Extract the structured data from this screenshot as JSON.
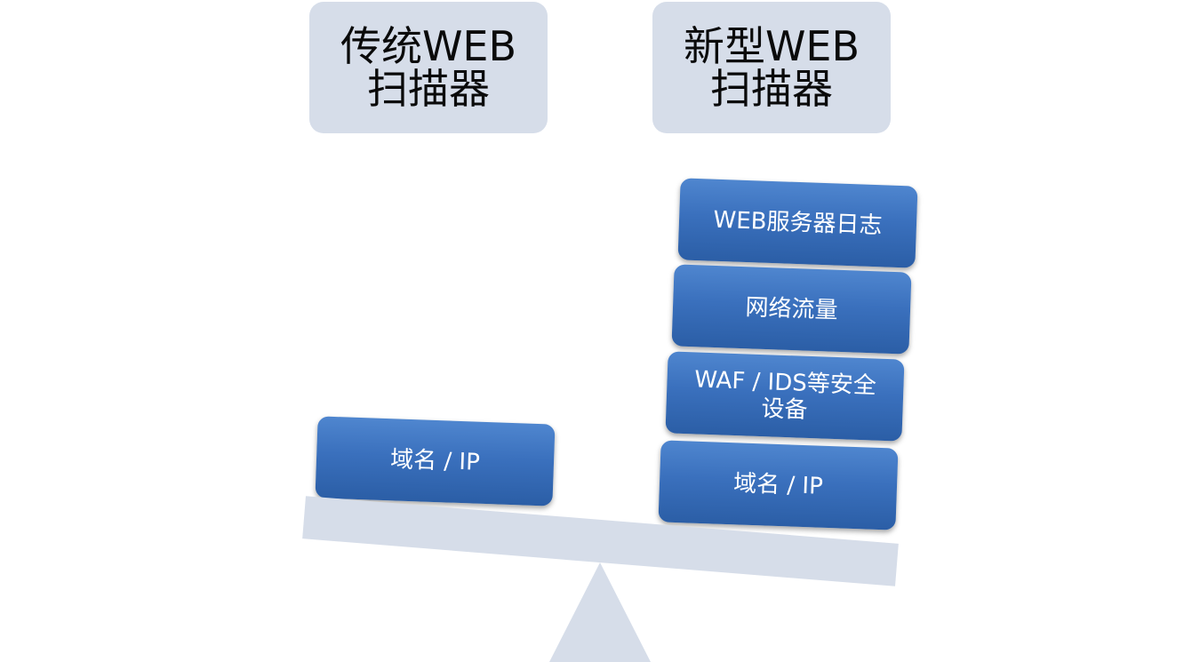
{
  "left_pan": {
    "title": "传统WEB\n扫描器",
    "items": [
      "域名 / IP"
    ]
  },
  "right_pan": {
    "title": "新型WEB\n扫描器",
    "items": [
      "WEB服务器日志",
      "网络流量",
      "WAF / IDS等安全\n设备",
      "域名 / IP"
    ]
  },
  "colors": {
    "label_box": "#d6dde9",
    "block_top": "#4f86cf",
    "block_bottom": "#2b5ea6",
    "beam": "#d6dde9"
  }
}
